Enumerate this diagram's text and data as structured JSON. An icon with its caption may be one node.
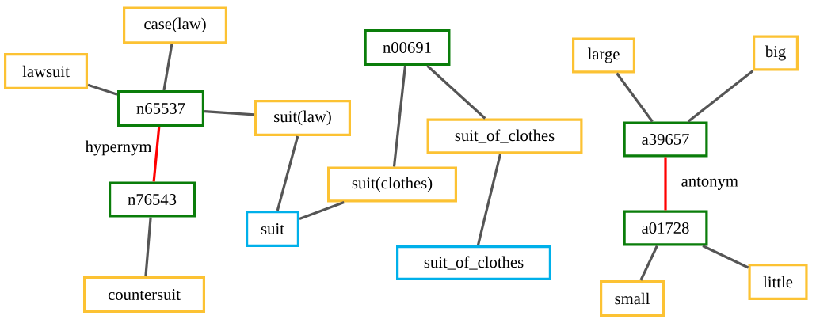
{
  "diagram": {
    "nodes": [
      {
        "text": [
          "case(law)"
        ]
      },
      {
        "text": [
          "lawsuit"
        ]
      },
      {
        "text": [
          "n65537"
        ]
      },
      {
        "text": [
          "suit(law)"
        ]
      },
      {
        "text": [
          "n76543"
        ]
      },
      {
        "text": [
          "countersuit"
        ]
      },
      {
        "text": [
          "suit"
        ]
      },
      {
        "text": [
          "n00691"
        ]
      },
      {
        "text": [
          "suit(clothes)"
        ]
      },
      {
        "text": [
          "suit_of_clothes"
        ]
      },
      {
        "text": [
          "suit_of_clothes"
        ]
      },
      {
        "text": [
          "large"
        ]
      },
      {
        "text": [
          "big"
        ]
      },
      {
        "text": [
          "a39657"
        ]
      },
      {
        "text": [
          "a01728"
        ]
      },
      {
        "text": [
          "small"
        ]
      },
      {
        "text": [
          "little"
        ]
      }
    ],
    "edges": [
      {
        "from": 2,
        "to": 0,
        "arrow": "none"
      },
      {
        "from": 1,
        "to": 2,
        "arrow": "none"
      },
      {
        "from": 2,
        "to": 3,
        "arrow": "none"
      },
      {
        "from": 2,
        "to": 4,
        "arrow": "none",
        "label": "hypernym",
        "color": "#ff0000"
      },
      {
        "from": 4,
        "to": 5,
        "arrow": "none"
      },
      {
        "from": 3,
        "to": 6,
        "arrow": "none"
      },
      {
        "from": 6,
        "to": 8,
        "arrow": "none"
      },
      {
        "from": 7,
        "to": 8,
        "arrow": "none"
      },
      {
        "from": 7,
        "to": 9,
        "arrow": "none"
      },
      {
        "from": 9,
        "to": 10,
        "arrow": "none"
      },
      {
        "from": 11,
        "to": 13,
        "arrow": "none"
      },
      {
        "from": 12,
        "to": 13,
        "arrow": "none"
      },
      {
        "from": 13,
        "to": 14,
        "arrow": "none",
        "label": "antonym",
        "color": "#ff0000"
      },
      {
        "from": 14,
        "to": 15,
        "arrow": "none"
      },
      {
        "from": 14,
        "to": 16,
        "arrow": "none"
      }
    ]
  }
}
